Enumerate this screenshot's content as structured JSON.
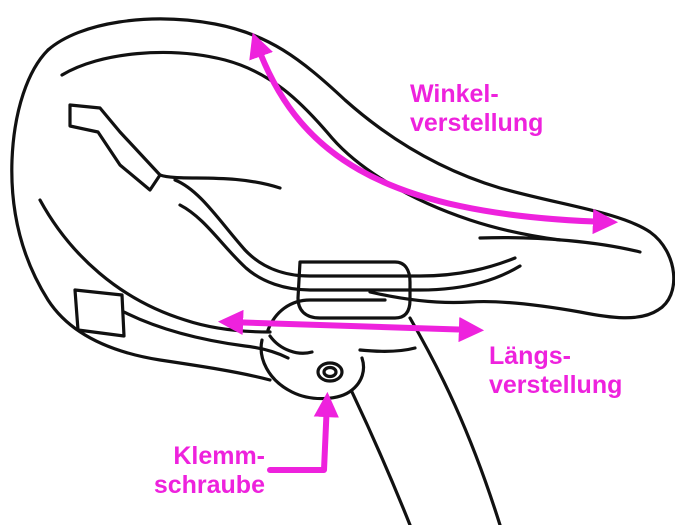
{
  "colors": {
    "annotation": "#ee22dd",
    "line_art": "#111111",
    "background": "#ffffff"
  },
  "labels": {
    "winkel": {
      "line1": "Winkel-",
      "line2": "verstellung"
    },
    "laengs": {
      "line1": "Längs-",
      "line2": "verstellung"
    },
    "klemm": {
      "line1": "Klemm-",
      "line2": "schraube"
    }
  }
}
